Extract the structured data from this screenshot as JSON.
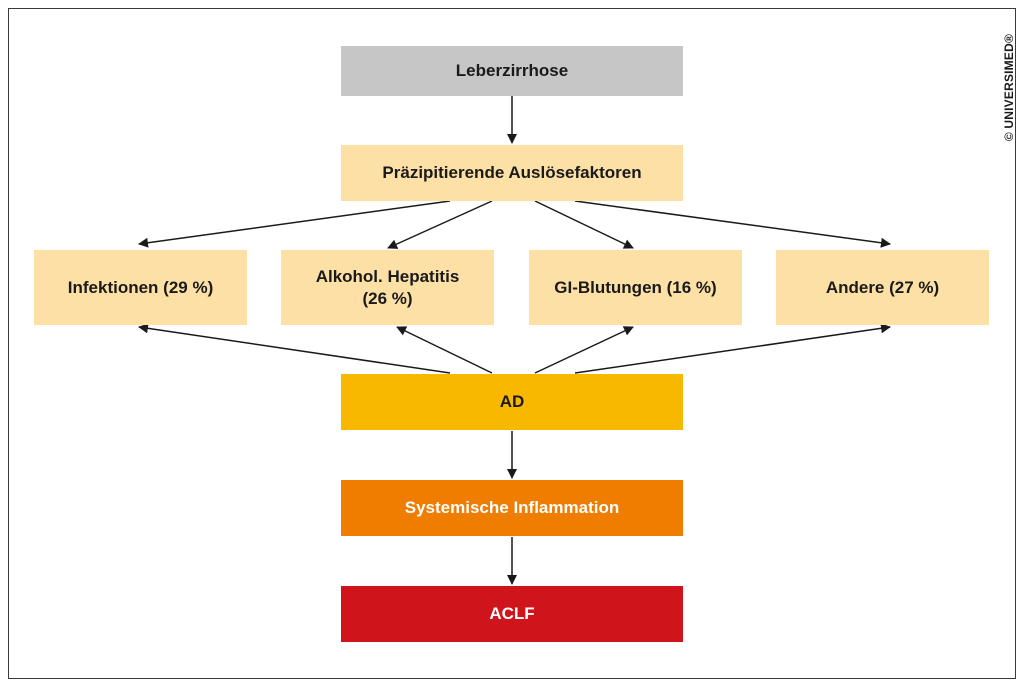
{
  "diagram": {
    "top": "Leberzirrhose",
    "factors": "Präzipitierende Auslösefaktoren",
    "causes": [
      {
        "line1": "Infektionen (29 %)",
        "line2": ""
      },
      {
        "line1": "Alkohol. Hepatitis",
        "line2": "(26 %)"
      },
      {
        "line1": "GI-Blutungen (16 %)",
        "line2": ""
      },
      {
        "line1": "Andere (27 %)",
        "line2": ""
      }
    ],
    "ad": "AD",
    "inflammation": "Systemische Inflammation",
    "aclf": "ACLF"
  },
  "copyright": "© UNIVERSIMED®",
  "colors": {
    "grey": "#c6c6c6",
    "pale_orange": "#fde0a6",
    "yellow": "#f9b800",
    "orange": "#ee7d00",
    "red": "#d0141c"
  }
}
